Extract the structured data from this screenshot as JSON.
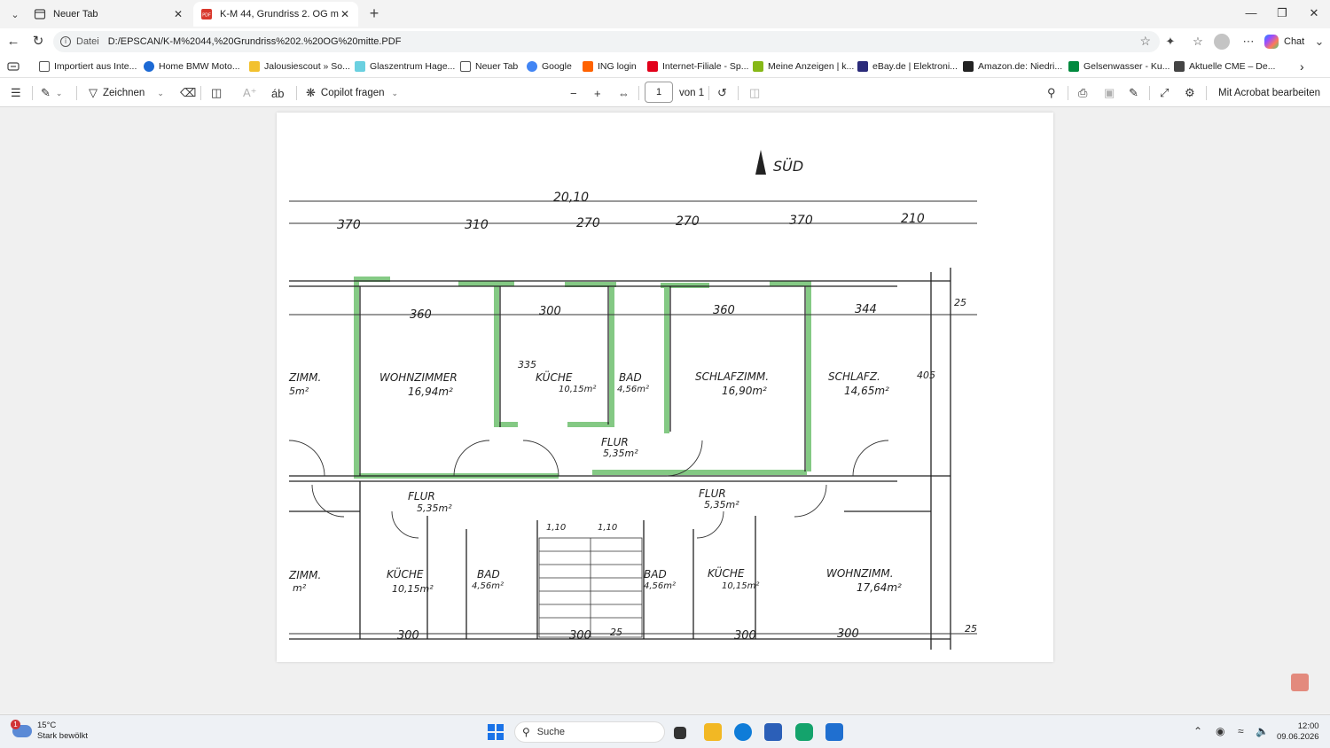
{
  "tabs": [
    {
      "label": "Neuer Tab",
      "active": false
    },
    {
      "label": "K-M 44, Grundriss 2. OG mitte.PDF",
      "active": true
    }
  ],
  "address": {
    "scheme": "Datei",
    "url": "D:/EPSCAN/K-M%2044,%20Grundriss%202.%20OG%20mitte.PDF"
  },
  "copilot": {
    "chat_label": "Chat"
  },
  "bookmarks": [
    {
      "label": "Importiert aus Inte...",
      "icon": "folder-icon",
      "color": "#555555"
    },
    {
      "label": "Home  BMW Moto...",
      "icon": "bmw-icon",
      "color": "#1c69d4"
    },
    {
      "label": "Jalousiescout » So...",
      "icon": "jalousie-icon",
      "color": "#f2c12e"
    },
    {
      "label": "Glaszentrum Hage...",
      "icon": "glass-icon",
      "color": "#6ad0e0"
    },
    {
      "label": "Neuer Tab",
      "icon": "newtab-icon",
      "color": "#555555"
    },
    {
      "label": "Google",
      "icon": "google-icon",
      "color": "#4285f4"
    },
    {
      "label": "ING login",
      "icon": "ing-icon",
      "color": "#ff6200"
    },
    {
      "label": "Internet-Filiale - Sp...",
      "icon": "sparkasse-icon",
      "color": "#e2001a"
    },
    {
      "label": "Meine Anzeigen | k...",
      "icon": "kleinanzeigen-icon",
      "color": "#86b817"
    },
    {
      "label": "eBay.de | Elektroni...",
      "icon": "ebay-icon",
      "color": "#2b2b7a"
    },
    {
      "label": "Amazon.de: Niedri...",
      "icon": "amazon-icon",
      "color": "#222222"
    },
    {
      "label": "Gelsenwasser - Ku...",
      "icon": "gelsenwasser-icon",
      "color": "#008a3e"
    },
    {
      "label": "Aktuelle CME – De...",
      "icon": "da-icon",
      "color": "#444444"
    }
  ],
  "pdf_toolbar": {
    "draw_label": "Zeichnen",
    "copilot_label": "Copilot fragen",
    "page_current": "1",
    "page_total": "von 1",
    "acrobat_label": "Mit Acrobat bearbeiten"
  },
  "plan": {
    "north_label": "SÜD",
    "total_width": "20,10",
    "top_dims": [
      "370",
      "310",
      "270",
      "270",
      "370",
      "210"
    ],
    "small_dims": [
      "1,10",
      "1,10"
    ],
    "rooms": [
      {
        "name": "WOHNZIMMER",
        "area": "16,94m²"
      },
      {
        "name": "KÜCHE",
        "area": "10,15m²"
      },
      {
        "name": "BAD",
        "area": "4,56m²"
      },
      {
        "name": "SCHLAFZIMM.",
        "area": "16,90m²"
      },
      {
        "name": "SCHLAFZ.",
        "area": "14,65m²"
      },
      {
        "name": "FLUR",
        "area": "5,35m²"
      },
      {
        "name": "FLUR",
        "area": "5,35m²"
      },
      {
        "name": "FLUR",
        "area": "5,35m²"
      },
      {
        "name": "KÜCHE",
        "area": "10,15m²"
      },
      {
        "name": "BAD",
        "area": "4,56m²"
      },
      {
        "name": "BAD",
        "area": "4,56m²"
      },
      {
        "name": "KÜCHE",
        "area": "10,15m²"
      },
      {
        "name": "WOHNZIMM.",
        "area": "17,64m²"
      },
      {
        "name": "ZIMM.",
        "area": "5m²"
      },
      {
        "name": "ZIMM.",
        "area": "m²"
      }
    ],
    "inner_dims": [
      "360",
      "300",
      "360",
      "344",
      "335",
      "405",
      "300",
      "300",
      "300",
      "300",
      "25",
      "25",
      "25"
    ]
  },
  "taskbar": {
    "temp": "15°C",
    "weather": "Stark bewölkt",
    "weather_badge": "1",
    "search_placeholder": "Suche",
    "time": "12:00",
    "date": "09.06.2026"
  }
}
